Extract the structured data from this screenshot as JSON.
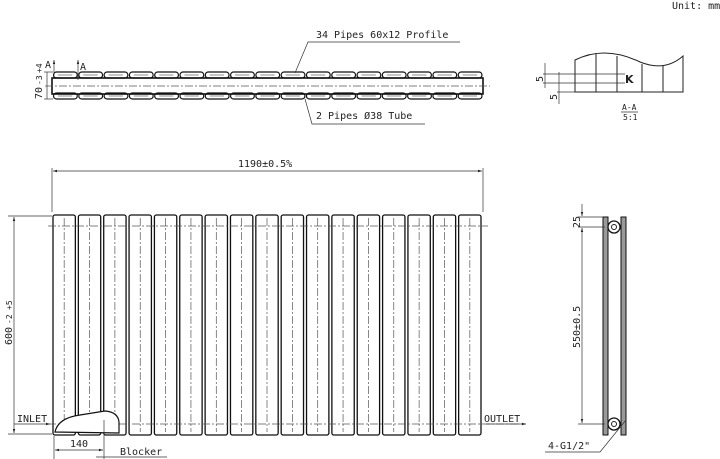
{
  "unit_label": "Unit: mm",
  "top_view": {
    "profile_label": "34 Pipes 60x12 Profile",
    "tube_label": "2 Pipes Ø38 Tube",
    "depth_dim": "70",
    "depth_tol_plus": "+4",
    "depth_tol_minus": "-3",
    "section_mark": "A",
    "pipes_per_row": 17
  },
  "section_view": {
    "dim_top": "5",
    "dim_bottom": "5",
    "weld_label": "K",
    "title": "A-A",
    "scale": "5:1"
  },
  "front_view": {
    "width_dim": "1190±0.5%",
    "height_dim": "600",
    "height_tol_plus": "+5",
    "height_tol_minus": "-2",
    "inlet_label": "INLET",
    "outlet_label": "OUTLET",
    "offset_dim": "140",
    "blocker_label": "Blocker",
    "columns": 17
  },
  "side_view": {
    "top_dim": "25",
    "centers_dim": "550±0.5",
    "connection_label": "4-G1/2\""
  }
}
